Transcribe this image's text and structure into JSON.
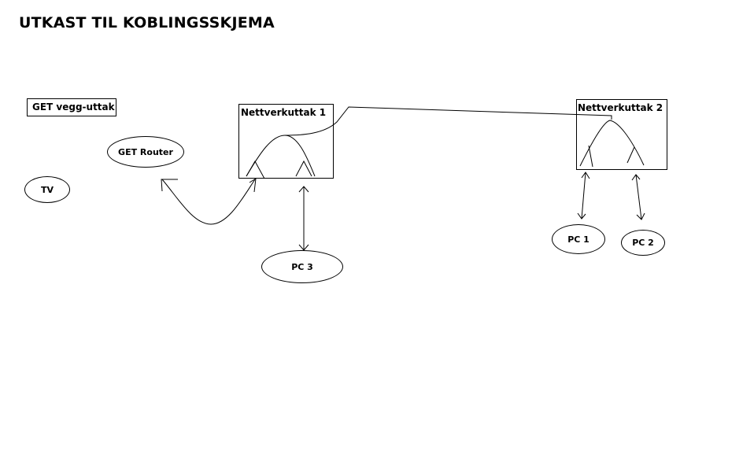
{
  "title": "UTKAST TIL KOBLINGSSKJEMA",
  "nodes": {
    "wall_outlet": "GET vegg-uttak",
    "router": "GET Router",
    "tv": "TV",
    "outlet1": "Nettverkuttak 1",
    "outlet2": "Nettverkuttak 2",
    "pc3": "PC 3",
    "pc1": "PC 1",
    "pc2": "PC 2"
  }
}
